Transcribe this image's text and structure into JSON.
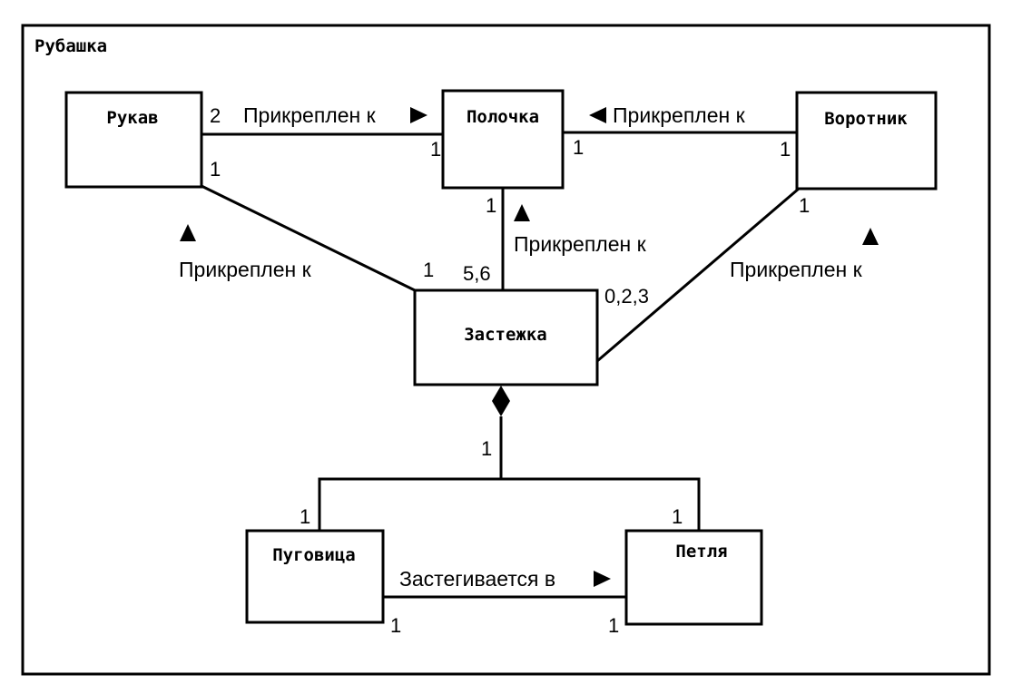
{
  "frame": {
    "title": "Рубашка"
  },
  "classes": {
    "sleeve": "Рукав",
    "front": "Полочка",
    "collar": "Воротник",
    "fastener": "Застежка",
    "button": "Пуговица",
    "loop": "Петля"
  },
  "associations": {
    "sleeve_front": "Прикреплен к",
    "collar_front": "Прикреплен к",
    "sleeve_fastener": "Прикреплен к",
    "fastener_front": "Прикреплен к",
    "collar_fastener": "Прикреплен к",
    "button_loop": "Застегивается в"
  },
  "multiplicities": {
    "sleeve_to_front_at_sleeve": "2",
    "sleeve_to_front_at_front": "1",
    "collar_to_front_at_front": "1",
    "collar_to_front_at_collar": "1",
    "sleeve_to_fastener_at_sleeve": "1",
    "sleeve_to_fastener_at_fastener": "1",
    "front_to_fastener_at_front": "1",
    "front_to_fastener_at_fastener": "5,6",
    "collar_to_fastener_at_collar": "1",
    "collar_to_fastener_at_fastener": "0,2,3",
    "composition_at_fastener": "1",
    "composition_at_button": "1",
    "composition_at_loop": "1",
    "button_loop_at_button": "1",
    "button_loop_at_loop": "1"
  },
  "direction_markers": {
    "sleeve_front": "right",
    "collar_front": "left",
    "sleeve_fastener": "up",
    "fastener_front": "up",
    "collar_fastener": "up",
    "button_loop": "right"
  },
  "composition": {
    "whole": "Застежка",
    "parts": [
      "Пуговица",
      "Петля"
    ]
  }
}
